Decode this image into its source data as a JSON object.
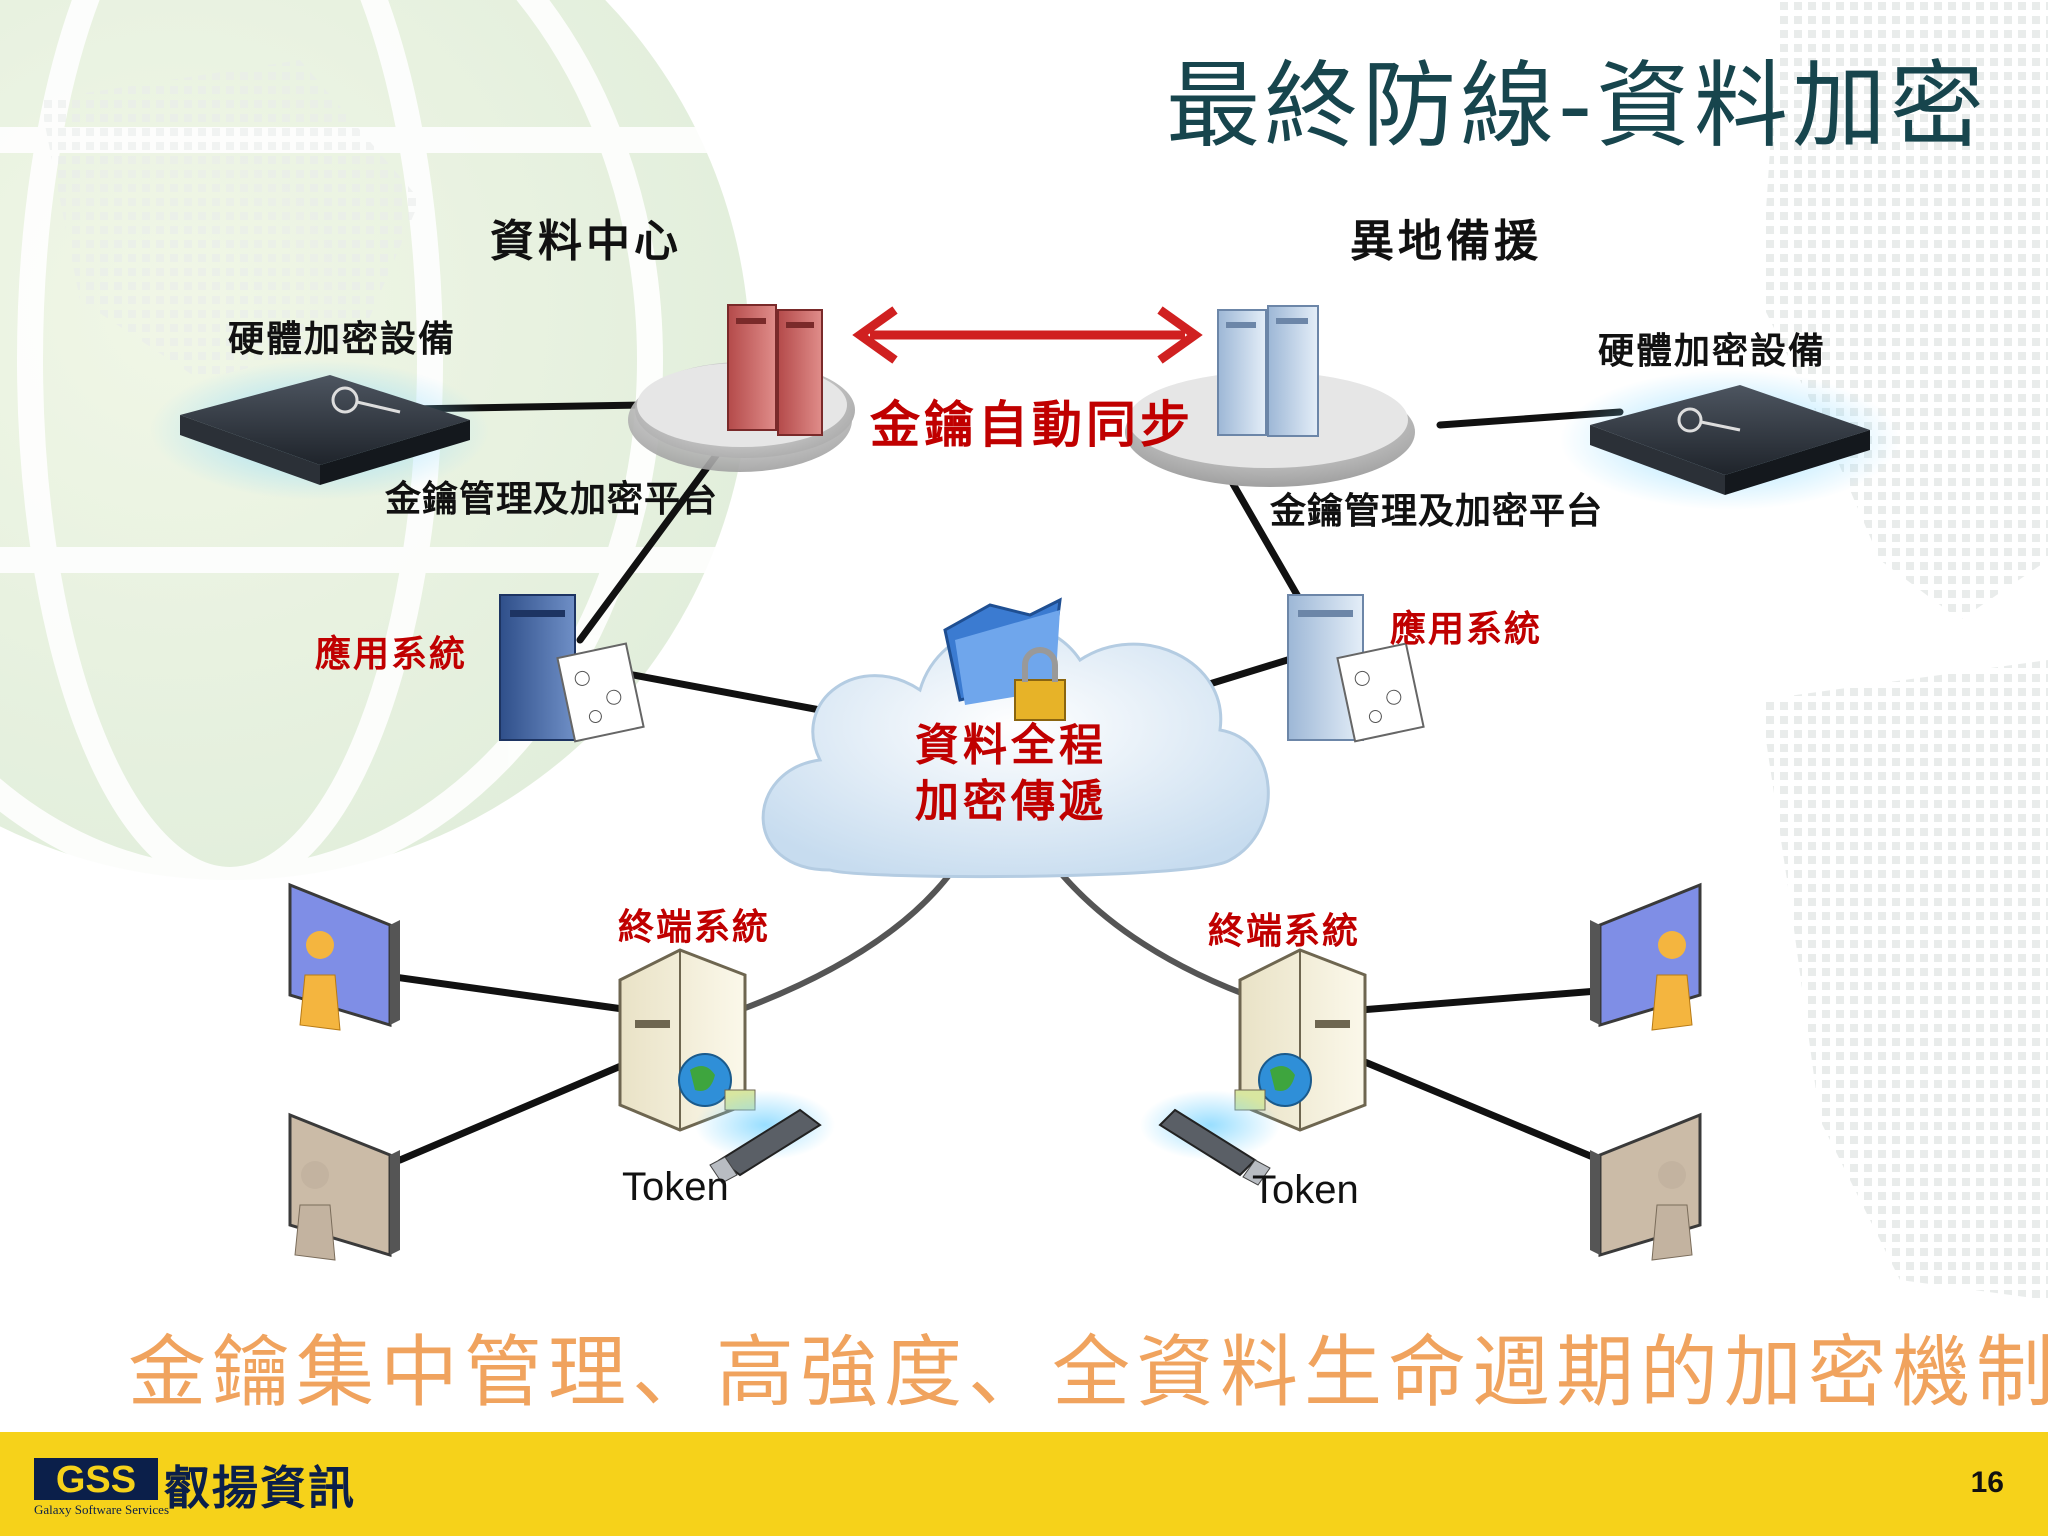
{
  "title": "最終防線-資料加密",
  "data_center": {
    "title": "資料中心",
    "hw_device_label": "硬體加密設備",
    "platform_label": "金鑰管理及加密平台",
    "app_label": "應用系統",
    "terminal_label": "終端系統",
    "token_label": "Token"
  },
  "backup_site": {
    "title": "異地備援",
    "hw_device_label": "硬體加密設備",
    "platform_label": "金鑰管理及加密平台",
    "app_label": "應用系統",
    "terminal_label": "終端系統",
    "token_label": "Token"
  },
  "sync_label": "金鑰自動同步",
  "cloud": {
    "line1": "資料全程",
    "line2": "加密傳遞"
  },
  "slogan": "金鑰集中管理、高強度、全資料生命週期的加密機制",
  "footer": {
    "logo_mark": "GSS",
    "logo_cn": "叡揚資訊",
    "logo_en": "Galaxy Software Services",
    "page_number": "16"
  },
  "colors": {
    "title": "#17454d",
    "label_red": "#c00000",
    "slogan": "#f0a35e",
    "footer_bar": "#f6d21a",
    "logo": "#0b1f4a"
  },
  "icons": [
    "server-icon",
    "hardware-encryption-device-icon",
    "key-icon",
    "cloud-icon",
    "folder-lock-icon",
    "workstation-icon",
    "globe-icon",
    "usb-token-icon",
    "monitor-user-icon",
    "sync-arrow-icon"
  ]
}
